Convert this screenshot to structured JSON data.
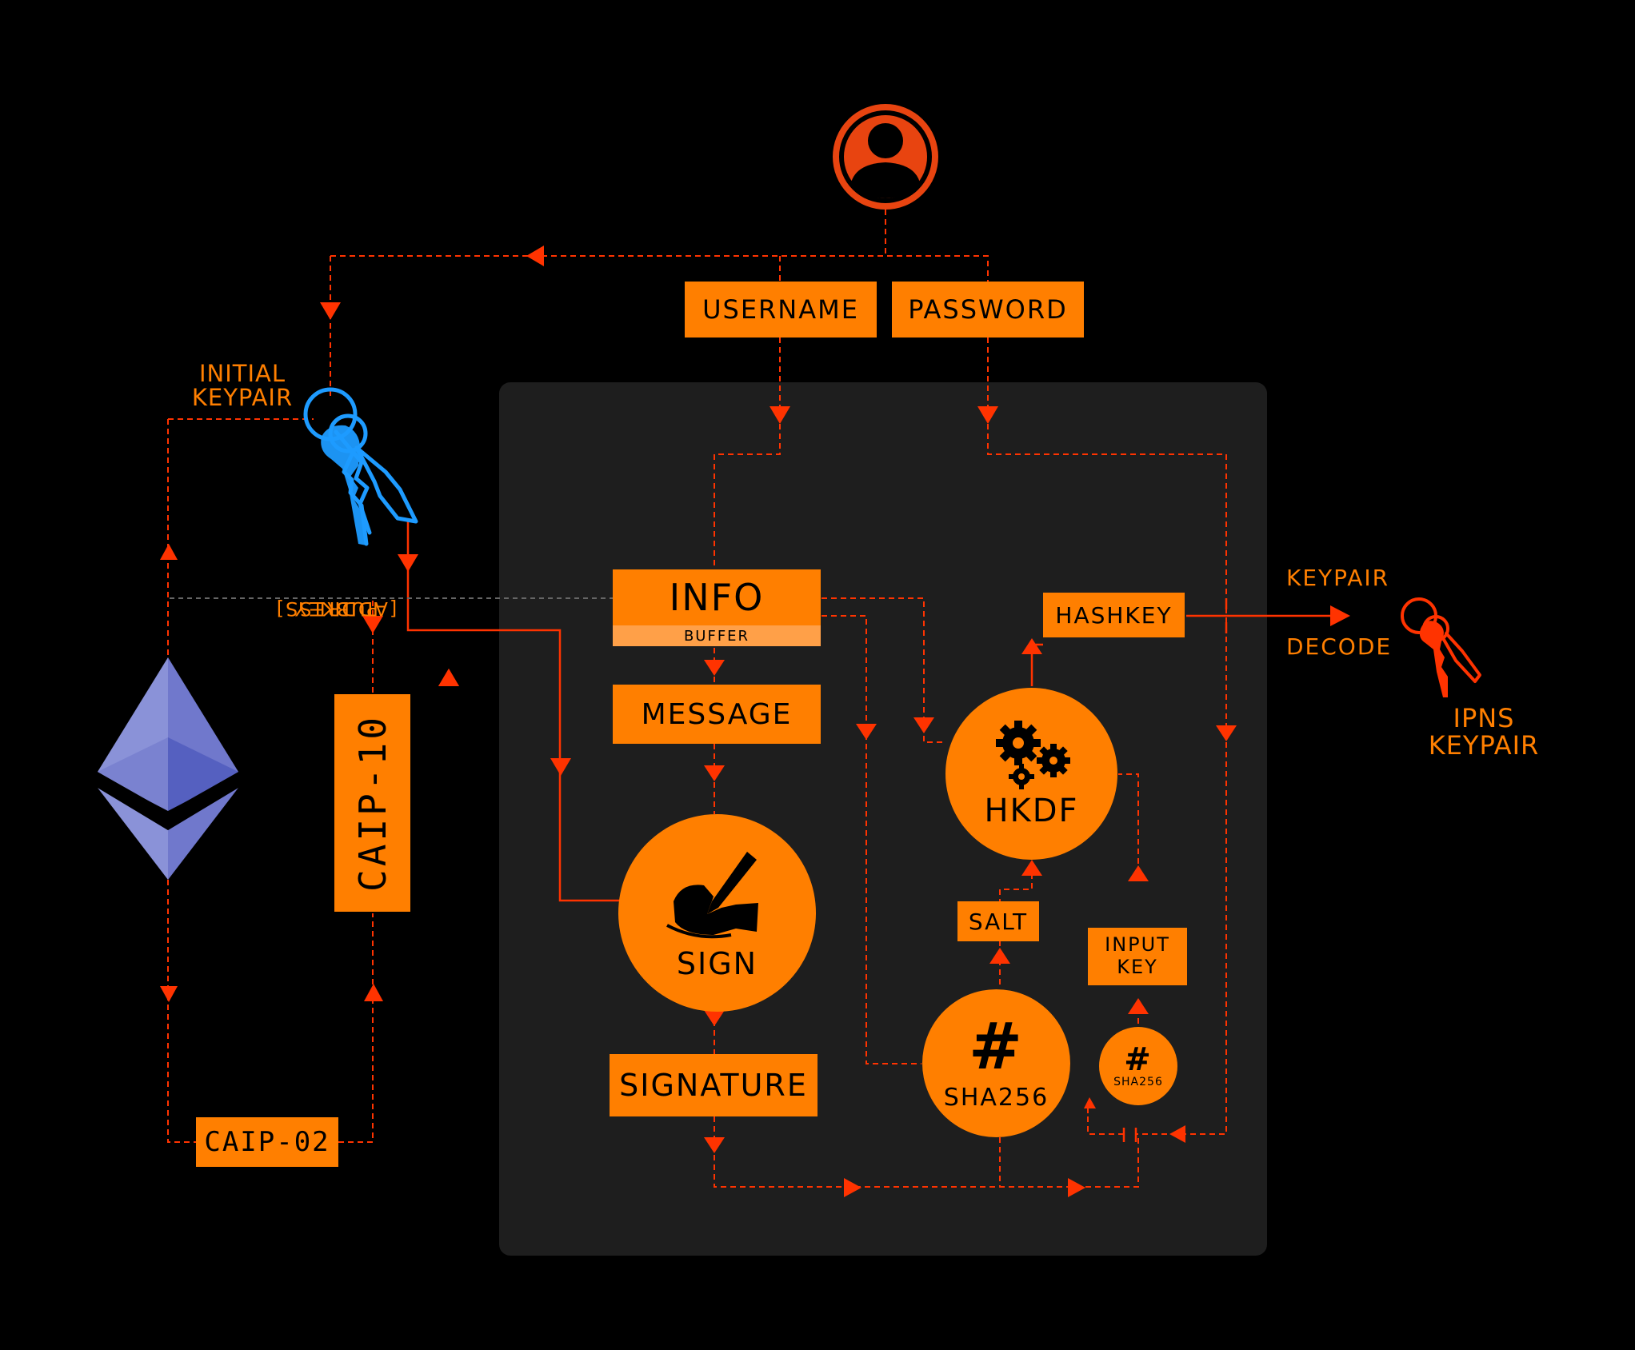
{
  "colors": {
    "accent": "#FF7F00",
    "accent_light": "#FFA048",
    "line": "#FF3300",
    "key_blue": "#1E9BFF",
    "key_red": "#FF3300",
    "panel": "#1E1E1E",
    "eth_light": "#8A92D8",
    "eth_dark": "#5560C0"
  },
  "icons": {
    "user": "user-avatar-icon",
    "initial_keypair": "blue-keys-icon",
    "ipns_keypair": "red-keys-icon",
    "ethereum": "ethereum-logo",
    "sign": "hand-signing-pen-icon",
    "hkdf": "gears-icon"
  },
  "inputs": {
    "username": "USERNAME",
    "password": "PASSWORD"
  },
  "left": {
    "initial_keypair": [
      "INITIAL",
      "KEYPAIR"
    ],
    "pubkey_address": [
      "PUBKEY",
      "[ADDRESS]"
    ],
    "caip10": "CAIP-10",
    "caip02": "CAIP-02"
  },
  "panel": {
    "info": "INFO",
    "buffer": "BUFFER",
    "message": "MESSAGE",
    "sign": "SIGN",
    "signature": "SIGNATURE",
    "hkdf": "HKDF",
    "hashkey": "HASHKEY",
    "salt": "SALT",
    "input_key": [
      "INPUT",
      "KEY"
    ],
    "sha256_large_symbol": "#",
    "sha256_large": "SHA256",
    "sha256_small_symbol": "#",
    "sha256_small": "SHA256"
  },
  "right": {
    "keypair": "KEYPAIR",
    "decode": "DECODE",
    "ipns_keypair": [
      "IPNS",
      "KEYPAIR"
    ]
  }
}
